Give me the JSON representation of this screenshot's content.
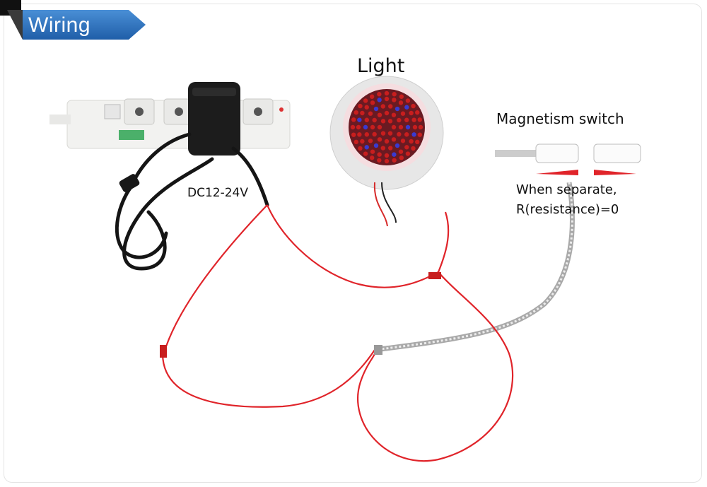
{
  "title": "Wiring",
  "labels": {
    "light": "Light",
    "magnet_switch": "Magnetism switch",
    "voltage": "DC12-24V",
    "separate_line1": "When separate,",
    "separate_line2": "R(resistance)=0"
  },
  "colors": {
    "tab_blue": "#2d6fb7",
    "wire_red": "#e0242a",
    "wire_black": "#111111",
    "led_red": "#c81e1e",
    "led_blue": "#3a3ad0"
  }
}
